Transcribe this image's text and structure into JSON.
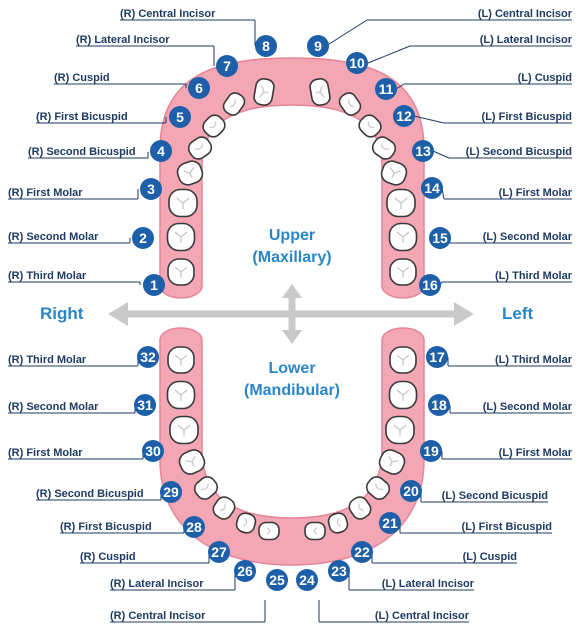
{
  "colors": {
    "accent": "#2a86c6",
    "badge": "#1d5fa8",
    "label_text": "#1f3b63",
    "gum": "#f3a6b4",
    "gum_edge": "#e58597",
    "tooth_fill": "#ffffff",
    "tooth_outline": "#3a3a3a",
    "arrow": "#c9c9c9"
  },
  "directions": {
    "right": "Right",
    "left": "Left"
  },
  "upper_arch": {
    "line1": "Upper",
    "line2": "(Maxillary)"
  },
  "lower_arch": {
    "line1": "Lower",
    "line2": "(Mandibular)"
  },
  "teeth": [
    {
      "number": "1",
      "label": "(R) Third Molar"
    },
    {
      "number": "2",
      "label": "(R) Second Molar"
    },
    {
      "number": "3",
      "label": "(R) First Molar"
    },
    {
      "number": "4",
      "label": "(R) Second Bicuspid"
    },
    {
      "number": "5",
      "label": "(R) First Bicuspid"
    },
    {
      "number": "6",
      "label": "(R) Cuspid"
    },
    {
      "number": "7",
      "label": "(R) Lateral Incisor"
    },
    {
      "number": "8",
      "label": "(R) Central Incisor"
    },
    {
      "number": "9",
      "label": "(L) Central Incisor"
    },
    {
      "number": "10",
      "label": "(L) Lateral Incisor"
    },
    {
      "number": "11",
      "label": "(L) Cuspid"
    },
    {
      "number": "12",
      "label": "(L) First Bicuspid"
    },
    {
      "number": "13",
      "label": "(L) Second Bicuspid"
    },
    {
      "number": "14",
      "label": "(L) First Molar"
    },
    {
      "number": "15",
      "label": "(L) Second Molar"
    },
    {
      "number": "16",
      "label": "(L) Third Molar"
    },
    {
      "number": "17",
      "label": "(L) Third Molar"
    },
    {
      "number": "18",
      "label": "(L) Second Molar"
    },
    {
      "number": "19",
      "label": "(L) First Molar"
    },
    {
      "number": "20",
      "label": "(L) Second Bicuspid"
    },
    {
      "number": "21",
      "label": "(L) First Bicuspid"
    },
    {
      "number": "22",
      "label": "(L) Cuspid"
    },
    {
      "number": "23",
      "label": "(L) Lateral Incisor"
    },
    {
      "number": "24",
      "label": "(L) Central Incisor"
    },
    {
      "number": "25",
      "label": "(R) Central Incisor"
    },
    {
      "number": "26",
      "label": "(R) Lateral Incisor"
    },
    {
      "number": "27",
      "label": "(R) Cuspid"
    },
    {
      "number": "28",
      "label": "(R) First Bicuspid"
    },
    {
      "number": "29",
      "label": "(R) Second Bicuspid"
    },
    {
      "number": "30",
      "label": "(R) First Molar"
    },
    {
      "number": "31",
      "label": "(R) Second Molar"
    },
    {
      "number": "32",
      "label": "(R) Third Molar"
    }
  ]
}
